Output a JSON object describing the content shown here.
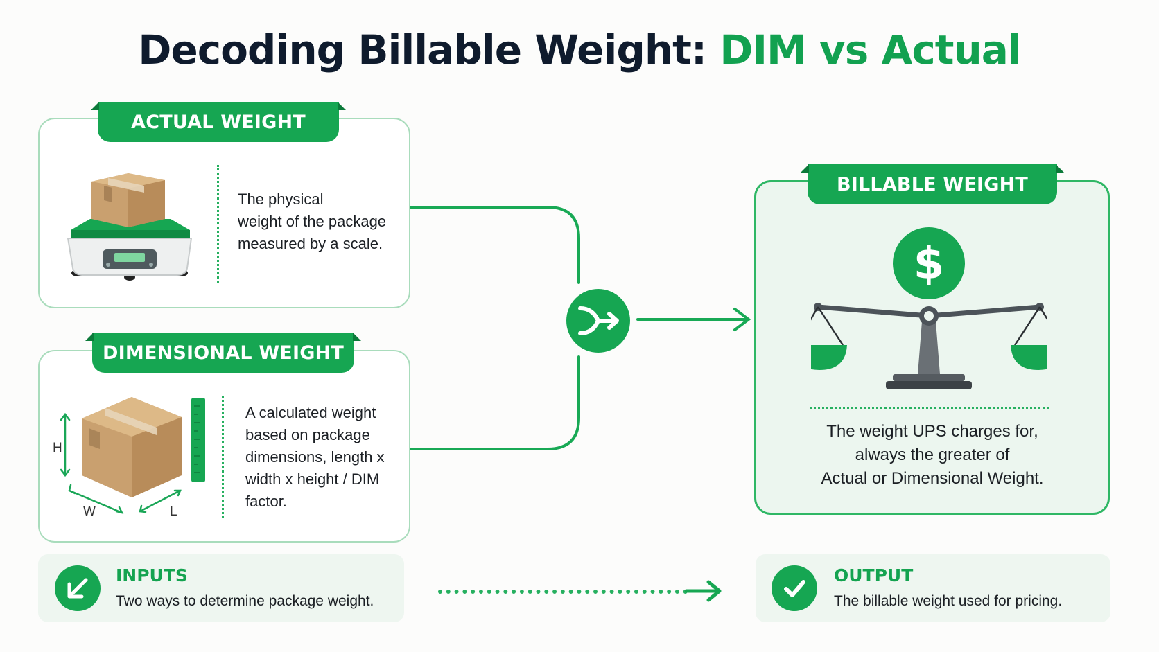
{
  "title": {
    "main": "Decoding Billable Weight: ",
    "accent": "DIM vs Actual"
  },
  "actual": {
    "label": "ACTUAL WEIGHT",
    "desc": [
      "The physical",
      "weight of the package",
      "measured by a scale."
    ],
    "icon": "scale-with-box-icon"
  },
  "dimensional": {
    "label": "DIMENSIONAL WEIGHT",
    "desc": [
      "A calculated weight",
      "based on package",
      "dimensions, length x",
      "width x height / DIM",
      "factor."
    ],
    "icon": "box-dimensions-icon",
    "dims": {
      "h": "H",
      "w": "W",
      "l": "L"
    }
  },
  "merge_icon": "merge-arrow-icon",
  "billable": {
    "label": "BILLABLE WEIGHT",
    "icon": "balance-scale-dollar-icon",
    "dollar": "$",
    "desc": [
      "The weight UPS charges for,",
      "always the greater of",
      "Actual or Dimensional Weight."
    ]
  },
  "inputs": {
    "title": "INPUTS",
    "text": "Two ways to determine package weight.",
    "icon": "inputs-arrow-icon"
  },
  "output": {
    "title": "OUTPUT",
    "text": "The billable weight used for pricing.",
    "icon": "check-icon"
  },
  "colors": {
    "accent": "#16a652",
    "title": "#0f1b2d",
    "card_border": "#a9dcbc",
    "output_bg": "#ecf6ef"
  }
}
